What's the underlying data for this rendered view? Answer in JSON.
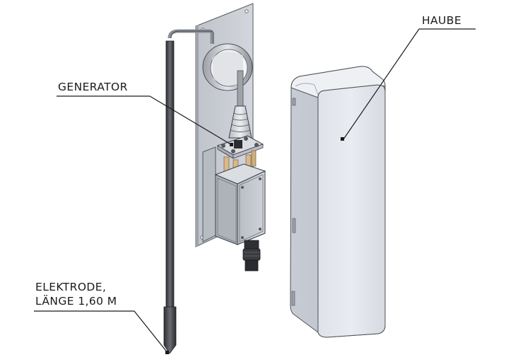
{
  "labels": {
    "generator": "GENERATOR",
    "haube": "HAUBE",
    "elektrode_line1": "ELEKTRODE,",
    "elektrode_line2": "LÄNGE 1,60 M"
  },
  "colors": {
    "plate": "#c9ccd2",
    "plate_edge": "#555a62",
    "cover_light": "#e6e9ef",
    "cover_mid": "#d2d6de",
    "cover_dark": "#bfc4cd",
    "electrode": "#3a3b3f",
    "box": "#c4c7cd",
    "line": "#1a1a1a"
  }
}
